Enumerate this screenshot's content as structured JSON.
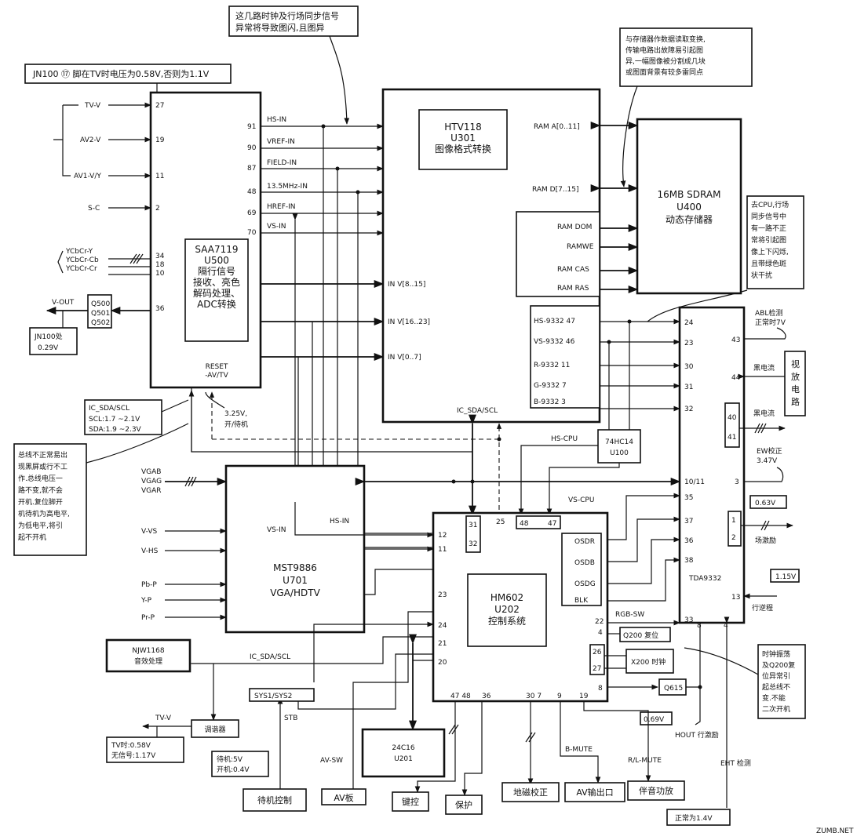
{
  "notes": {
    "sync": [
      "这几路时钟及行场同步信号",
      "异常将导致图闪,且图异"
    ],
    "jn100": "JN100 ⑰ 脚在TV时电压为0.58V,否则为1.1V",
    "memory": [
      "与存储器作数据读取变换,",
      "传输电路出故障易引起图",
      "异,一幅图像被分割成几块",
      "或图面背景有较多雷同点"
    ],
    "cpu_sync": [
      "去CPU,行场",
      "同步信号中",
      "有一路不正",
      "常将引起图",
      "像上下闪烁,",
      "且带绿色斑",
      "状干扰"
    ],
    "bus": [
      "总线不正常易出",
      "现黑屏或行不工",
      "作.总线电压一",
      "路不变,就不会",
      "开机.复位脚开",
      "机待机为高电平,",
      "为低电平,将引",
      "起不开机"
    ],
    "clock": [
      "时钟振荡",
      "及Q200复",
      "位异常引",
      "起总线不",
      "变.不能",
      "二次开机"
    ],
    "ic_sda": [
      "IC_SDA/SCL",
      "SCL:1.7 ~2.1V",
      "SDA:1.9 ~2.3V"
    ],
    "standby_v": [
      "3.25V,",
      "开/待机"
    ],
    "jn100_v": [
      "JN100处",
      "0.29V"
    ],
    "tv_v": [
      "TV时:0.58V",
      "无信号:1.17V"
    ],
    "standby_power": [
      "待机:5V",
      "开机:0.4V"
    ],
    "abl": [
      "ABL检测",
      "正常时7V"
    ],
    "ew": [
      "EW校正",
      "3.47V"
    ],
    "v063": "0.63V",
    "v115": "1.15V",
    "v069": "0.69V",
    "v14": "正常为1.4V",
    "watermark": "ZUMB.NET"
  },
  "saa": {
    "chip": [
      "SAA7119",
      "U500",
      "隔行信号",
      "接收、亮色",
      "解码处理、",
      "ADC转换"
    ],
    "in_pins": [
      {
        "sig": "TV-V",
        "pin": "27"
      },
      {
        "sig": "AV2-V",
        "pin": "19"
      },
      {
        "sig": "AV1-V/Y",
        "pin": "11"
      },
      {
        "sig": "S-C",
        "pin": "2"
      },
      {
        "sig": "YCbCr-Y",
        "pin": "34"
      },
      {
        "sig": "YCbCr-Cb",
        "pin": "18"
      },
      {
        "sig": "YCbCr-Cr",
        "pin": "10"
      }
    ],
    "pin36": "36",
    "q": [
      "Q500",
      "Q501",
      "Q502"
    ],
    "vout": "V-OUT",
    "reset": [
      "RESET",
      "-AV/TV"
    ],
    "out_pins": [
      {
        "pin": "91",
        "sig": "HS-IN"
      },
      {
        "pin": "90",
        "sig": "VREF-IN"
      },
      {
        "pin": "87",
        "sig": "FIELD-IN"
      },
      {
        "pin": "48",
        "sig": "13.5MHz-IN"
      },
      {
        "pin": "69",
        "sig": "HREF-IN"
      },
      {
        "pin": "70",
        "sig": "VS-IN"
      }
    ]
  },
  "htv": {
    "chip": [
      "HTV118",
      "U301",
      "图像格式转换"
    ],
    "inv": [
      "IN V[8..15]",
      "IN V[16..23]",
      "IN V[0..7]"
    ],
    "ram": [
      "RAM A[0..11]",
      "RAM D[7..15]"
    ],
    "ram_ctrl": [
      "RAM DOM",
      "RAMWE",
      "RAM CAS",
      "RAM RAS"
    ],
    "rgb_out": [
      "HS-9332 47",
      "VS-9332 46",
      "R-9332 11",
      "G-9332  7",
      "B-9332  3"
    ],
    "ic_sda": "IC_SDA/SCL"
  },
  "sdram": [
    "16MB SDRAM",
    "U400",
    "动态存储器"
  ],
  "mst": {
    "chip": [
      "MST9886",
      "U701",
      "VGA/HDTV"
    ],
    "vga": [
      "VGAB",
      "VGAG",
      "VGAR"
    ],
    "inputs": [
      "V-VS",
      "V-HS",
      "Pb-P",
      "Y-P",
      "Pr-P"
    ],
    "vs_in": "VS-IN",
    "hs_in": "HS-IN"
  },
  "hm": {
    "chip": [
      "HM602",
      "U202",
      "控制系统"
    ],
    "left_pins": [
      "12",
      "11",
      "23",
      "24",
      "21",
      "20"
    ],
    "top_pins": [
      "31",
      "32",
      "25",
      "48",
      "47"
    ],
    "osd": [
      "OSDR",
      "OSDB",
      "OSDG",
      "BLK"
    ],
    "right_pins": [
      "22",
      "4",
      "26",
      "27",
      "8"
    ],
    "bottom_pins": [
      "47 48",
      "36",
      "30 7",
      "9",
      "19"
    ],
    "hs_cpu": "HS-CPU",
    "vs_cpu": "VS-CPU",
    "rgb_sw": "RGB-SW"
  },
  "hc14": [
    "74HC14",
    "U100"
  ],
  "tda": {
    "chip": "TDA9332",
    "left_pins": [
      "24",
      "23",
      "30",
      "31",
      "32",
      "10/11",
      "35",
      "37",
      "36",
      "38",
      "33"
    ],
    "right_pins": [
      "43",
      "44",
      "3",
      "13"
    ],
    "inner": [
      "40",
      "41",
      "1",
      "2"
    ],
    "bottom_pins": [
      "8",
      "4"
    ]
  },
  "labels": {
    "black_current_1": "黑电流",
    "black_current_2": "黑电流",
    "video_amp": [
      "视",
      "放",
      "电",
      "路"
    ],
    "field_drive": "场激励",
    "line_retrace": "行逆程",
    "hout": "HOUT 行激励",
    "eht": "EHT 检测",
    "q200": "Q200 复位",
    "x200": "X200 时钟",
    "q615": "Q615",
    "njw": [
      "NJW1168",
      "音效处理"
    ],
    "tuner": "调谐器",
    "tv_v": "TV-V",
    "ic_sda_scl": "IC_SDA/SCL",
    "sys": "SYS1/SYS2",
    "stb": "STB",
    "av_sw": "AV-SW",
    "eeprom": [
      "24C16",
      "U201"
    ],
    "b_mute": "B-MUTE",
    "rl_mute": "R/L-MUTE",
    "standby_ctrl": "待机控制",
    "av_board": "AV板",
    "key": "键控",
    "protect": "保护",
    "geomag": "地磁校正",
    "av_out": "AV输出口",
    "audio_amp": "伴音功放"
  }
}
